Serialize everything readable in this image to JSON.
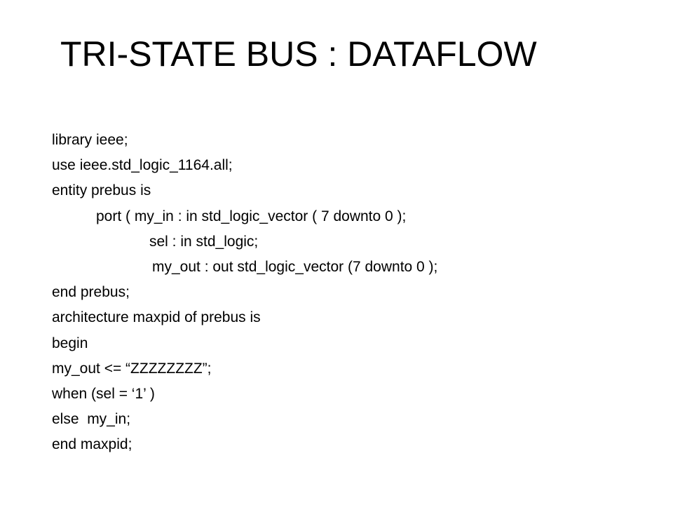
{
  "slide": {
    "title": "TRI-STATE BUS : DATAFLOW",
    "code_lines": [
      "library ieee;",
      "use ieee.std_logic_1164.all;",
      "entity prebus is",
      "port ( my_in : in std_logic_vector ( 7 downto 0 );",
      "sel : in std_logic;",
      "my_out : out std_logic_vector (7 downto 0 );",
      "end prebus;",
      "architecture maxpid of prebus is",
      "begin",
      "my_out <= “ZZZZZZZZ”;",
      "when (sel = ‘1’ )",
      "else  my_in;",
      "end maxpid;"
    ]
  }
}
